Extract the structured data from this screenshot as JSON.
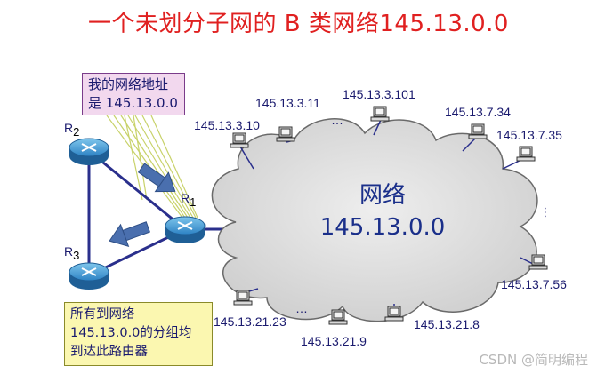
{
  "title": "一个未划分子网的 B 类网络145.13.0.0",
  "cloud": {
    "line1": "网络",
    "line2": "145.13.0.0"
  },
  "routers": {
    "r1": {
      "name": "R",
      "sub": "1"
    },
    "r2": {
      "name": "R",
      "sub": "2"
    },
    "r3": {
      "name": "R",
      "sub": "3"
    }
  },
  "callouts": {
    "router_address": [
      "我的网络地址",
      "是 145.13.0.0"
    ],
    "all_packets": [
      "所有到网络",
      "145.13.0.0的分组均",
      "到达此路由器"
    ]
  },
  "hosts": [
    "145.13.3.10",
    "145.13.3.11",
    "145.13.3.101",
    "145.13.7.34",
    "145.13.7.35",
    "145.13.7.56",
    "145.13.21.8",
    "145.13.21.9",
    "145.13.21.23"
  ],
  "ellipsis": "…",
  "watermark": "CSDN @简明编程",
  "colors": {
    "title": "#e02020",
    "cloud_fill": "#d4d4d4",
    "link": "#2a2f8c",
    "arrow": "#4a6fae"
  }
}
